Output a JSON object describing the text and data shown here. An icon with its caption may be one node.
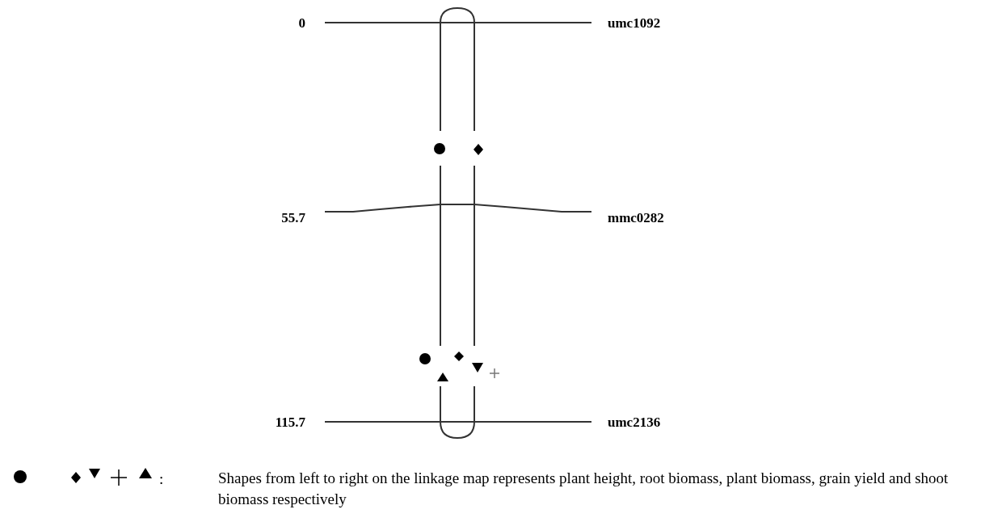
{
  "diagram": {
    "labels": [
      "0",
      "umc1092",
      "55.7",
      "mmc0282",
      "115.7",
      "umc2136",
      ":",
      "Shapes from left to right on the linkage map represents plant height, root biomass, plant biomass, grain yield and shoot biomass respectively"
    ]
  }
}
